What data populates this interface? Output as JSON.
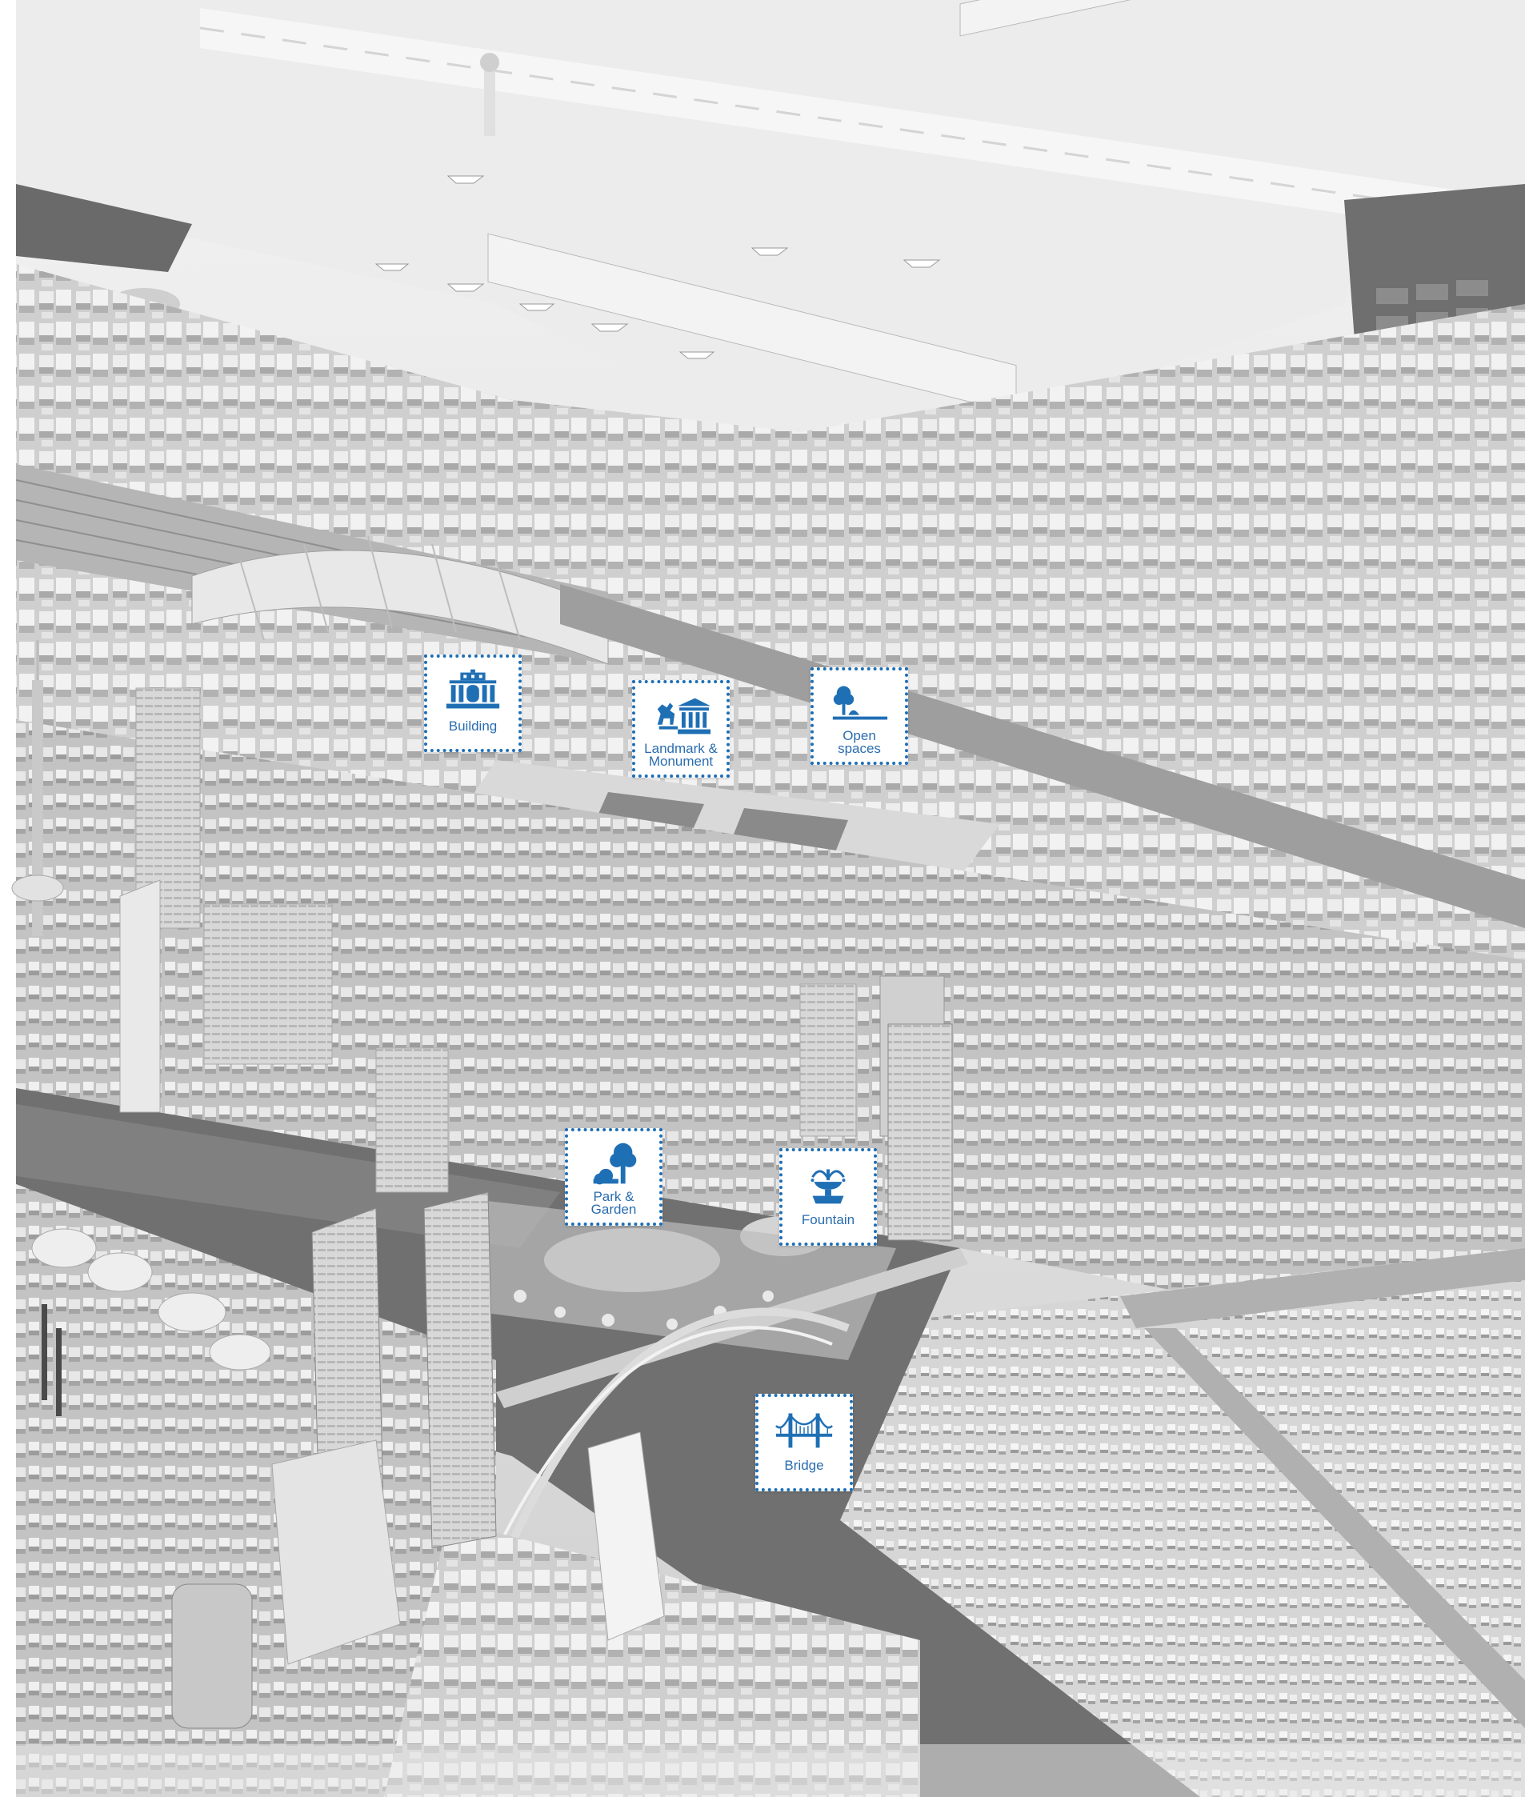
{
  "colors": {
    "marker_blue": "#1f6fb5",
    "label_blue": "#2a6db0",
    "ground": "#c9c9c9",
    "water": "#6e6e6e",
    "apron": "#e6e6e6"
  },
  "markers": [
    {
      "id": "building",
      "icon": "building-icon",
      "label": "Building"
    },
    {
      "id": "landmark",
      "icon": "landmark-monument-icon",
      "label": "Landmark &\nMonument"
    },
    {
      "id": "open-spaces",
      "icon": "open-spaces-icon",
      "label": "Open\nspaces"
    },
    {
      "id": "park",
      "icon": "park-garden-icon",
      "label": "Park &\nGarden"
    },
    {
      "id": "fountain",
      "icon": "fountain-icon",
      "label": "Fountain"
    },
    {
      "id": "bridge",
      "icon": "bridge-icon",
      "label": "Bridge"
    }
  ]
}
